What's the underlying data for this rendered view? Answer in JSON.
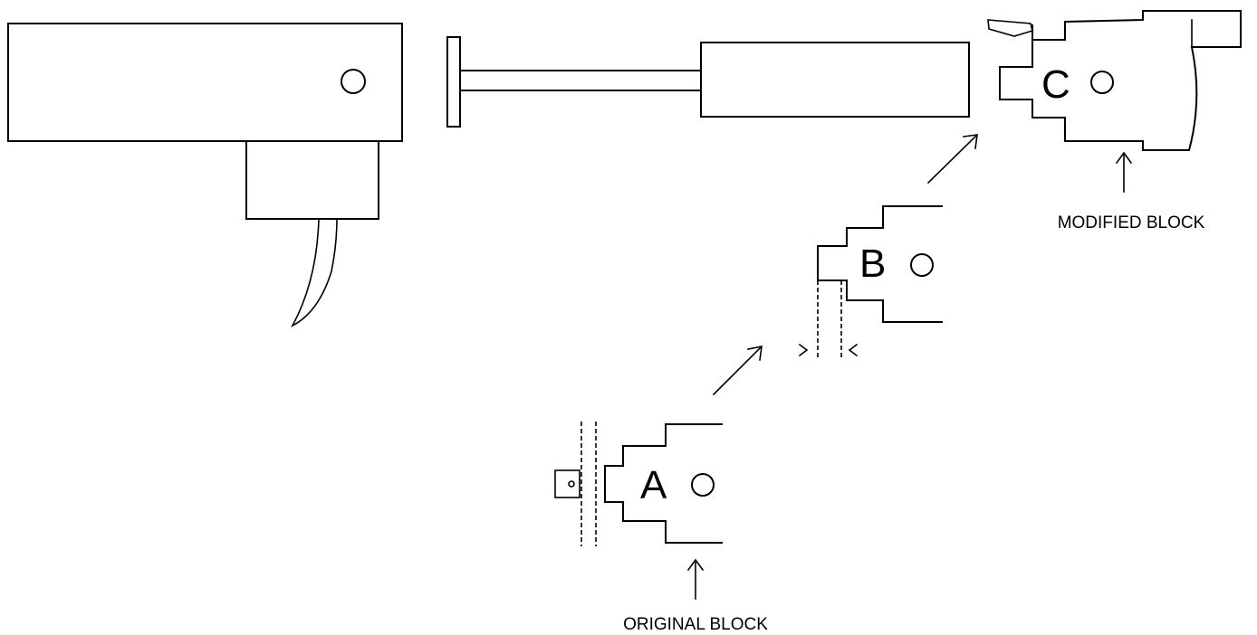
{
  "labels": {
    "block_a": "A",
    "block_b": "B",
    "block_c": "C",
    "modified_block": "MODIFIED BLOCK",
    "original_block": "ORIGINAL BLOCK"
  },
  "colors": {
    "stroke": "#000000",
    "background": "#ffffff"
  }
}
